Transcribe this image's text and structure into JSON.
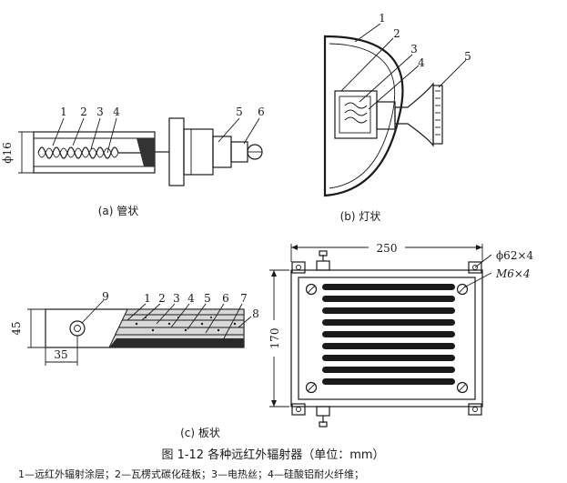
{
  "tube": {
    "caption": "(a) 管状",
    "labels": [
      "1",
      "2",
      "3",
      "4",
      "5",
      "6"
    ],
    "dim_diameter": "ϕ16"
  },
  "lamp": {
    "caption": "(b) 灯状",
    "labels": [
      "1",
      "2",
      "3",
      "4",
      "5"
    ]
  },
  "plate_side": {
    "labels": [
      "9",
      "1",
      "2",
      "3",
      "4",
      "5",
      "6",
      "7",
      "8"
    ],
    "dim_height": "45",
    "dim_width": "35"
  },
  "plate_front": {
    "caption": "(c) 板状",
    "dim_width": "250",
    "dim_height": "170",
    "note_holes": "ϕ62×4",
    "note_thread": "M6×4"
  },
  "figure": {
    "title": "图 1-12   各种远红外辐射器（单位：mm）",
    "legend": "1—远红外辐射涂层；2—瓦楞式碳化硅板；3—电热丝；4—硅酸铝耐火纤维；"
  }
}
